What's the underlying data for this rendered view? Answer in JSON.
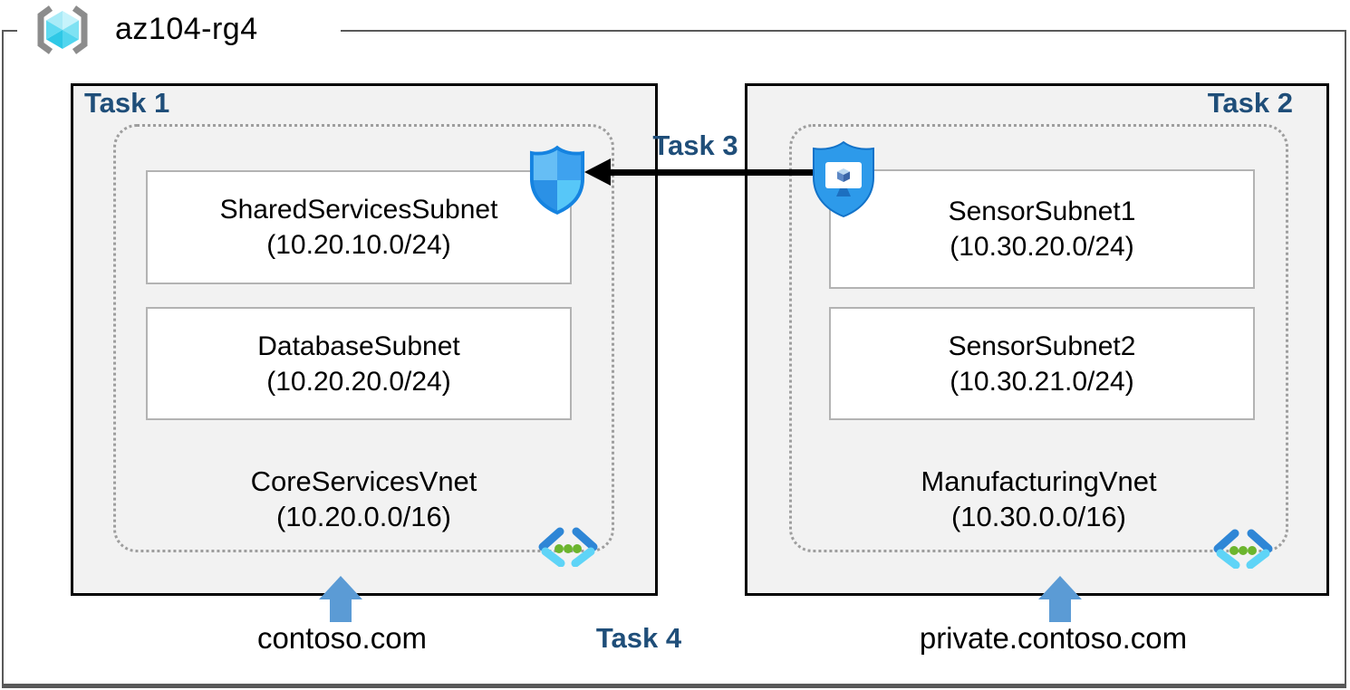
{
  "header": {
    "resource_group": "az104-rg4"
  },
  "vnets": {
    "left": {
      "task": "Task 1",
      "name": "CoreServicesVnet",
      "cidr": "(10.20.0.0/16)",
      "dns": "contoso.com",
      "subnets": [
        {
          "name": "SharedServicesSubnet",
          "cidr": "(10.20.10.0/24)"
        },
        {
          "name": "DatabaseSubnet",
          "cidr": "(10.20.20.0/24)"
        }
      ]
    },
    "right": {
      "task": "Task 2",
      "name": "ManufacturingVnet",
      "cidr": "(10.30.0.0/16)",
      "dns": "private.contoso.com",
      "subnets": [
        {
          "name": "SensorSubnet1",
          "cidr": "(10.30.20.0/24)"
        },
        {
          "name": "SensorSubnet2",
          "cidr": "(10.30.21.0/24)"
        }
      ]
    }
  },
  "connections": {
    "peering_task": "Task 3",
    "dns_task": "Task 4"
  },
  "icons": {
    "resource_group": "azure-resource-group-icon",
    "nsg": "network-security-group-shield-icon",
    "bastion": "bastion-shield-monitor-icon",
    "vnet": "virtual-network-icon",
    "up_arrow": "blue-up-arrow",
    "peering_arrow": "black-left-arrow"
  },
  "colors": {
    "task_label": "#1f4e79",
    "panel_bg": "#f2f2f2",
    "frame_border": "#595959",
    "arrow_blue": "#5b9bd5",
    "dotted_border": "#9e9e9e"
  }
}
